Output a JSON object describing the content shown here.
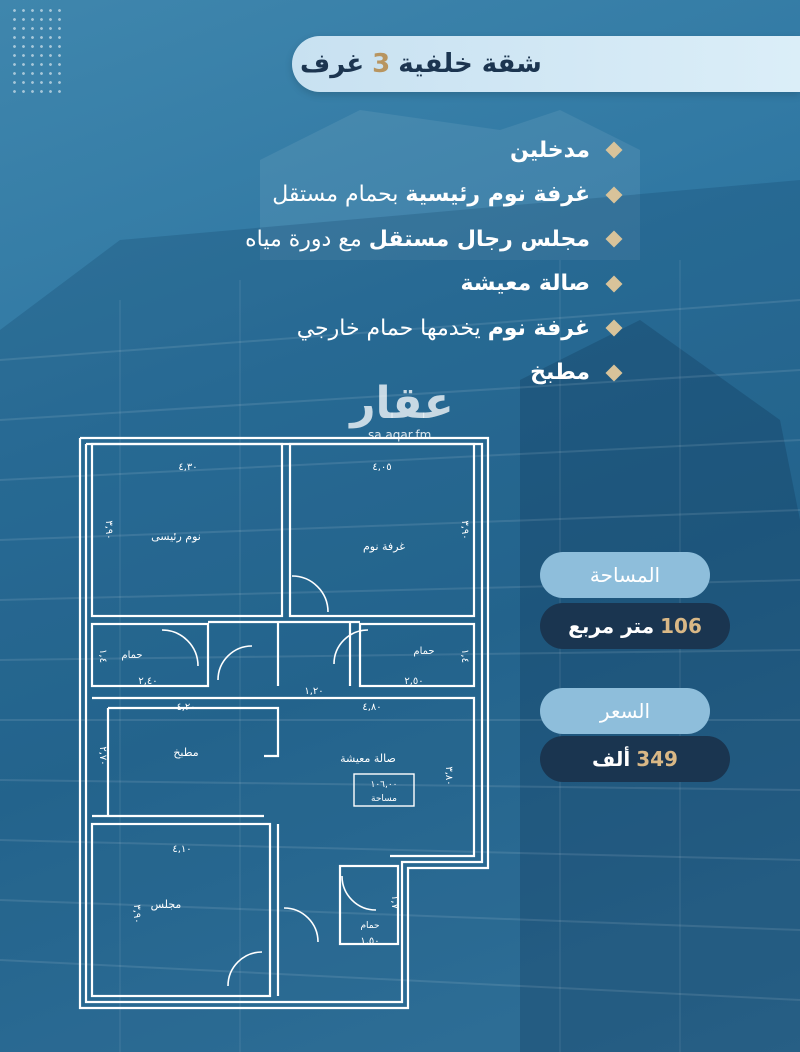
{
  "title": {
    "prefix": "شقة خلفية",
    "number": "3",
    "suffix": "غرف"
  },
  "features": [
    {
      "bold": "مدخلين",
      "rest": ""
    },
    {
      "bold": "غرفة نوم رئيسية",
      "rest": " بحمام مستقل"
    },
    {
      "bold": "مجلس رجال مستقل",
      "rest": " مع دورة مياه"
    },
    {
      "bold": "صالة معيشة",
      "rest": ""
    },
    {
      "bold": "غرفة نوم",
      "rest": " يخدمها حمام خارجي"
    },
    {
      "bold": "مطبخ",
      "rest": ""
    }
  ],
  "watermark": {
    "logo": "عقار",
    "url": "sa.aqar.fm"
  },
  "area": {
    "label": "المساحة",
    "number": "106",
    "unit": "متر مربع"
  },
  "price": {
    "label": "السعر",
    "number": "349",
    "unit": "ألف"
  },
  "floorplan": {
    "rooms": {
      "master_bedroom": "نوم رئيسى",
      "bedroom": "غرفة نوم",
      "bath_left": "حمام",
      "bath_right": "حمام",
      "kitchen": "مطبخ",
      "living": "صالة معيشة",
      "majlis": "مجلس",
      "bath_small": "حمام"
    },
    "area_box": {
      "value": "١٠٦,٠٠",
      "label": "مساحة"
    },
    "dimensions": {
      "master_w": "٤,٣٠",
      "bed_w": "٤,٠٥",
      "master_h": "٣,٩٠",
      "bed_h": "٣,٩٠",
      "bath_left_h": "١,٤",
      "bath_right_h": "١,٤",
      "bath_left_w": "٢,٤٠",
      "bath_right_w": "٢,٥٠",
      "corridor_w": "١,٢٠",
      "kitchen_w": "٤,٢٠",
      "living_w": "٤,٨٠",
      "kitchen_h": "٢,٧٠",
      "living_h": "٣,٨٠",
      "majlis_w": "٤,١٠",
      "majlis_h": "٣,٩٠",
      "bath_small_h": "١,٧",
      "bath_small_w": "١,٥٠"
    }
  },
  "colors": {
    "background": "#2f77a2",
    "title_pill": "#d2e8f5",
    "accent_gold": "#c9a877",
    "dark_pill": "#1a3550",
    "light_pill": "#8ebedb"
  }
}
